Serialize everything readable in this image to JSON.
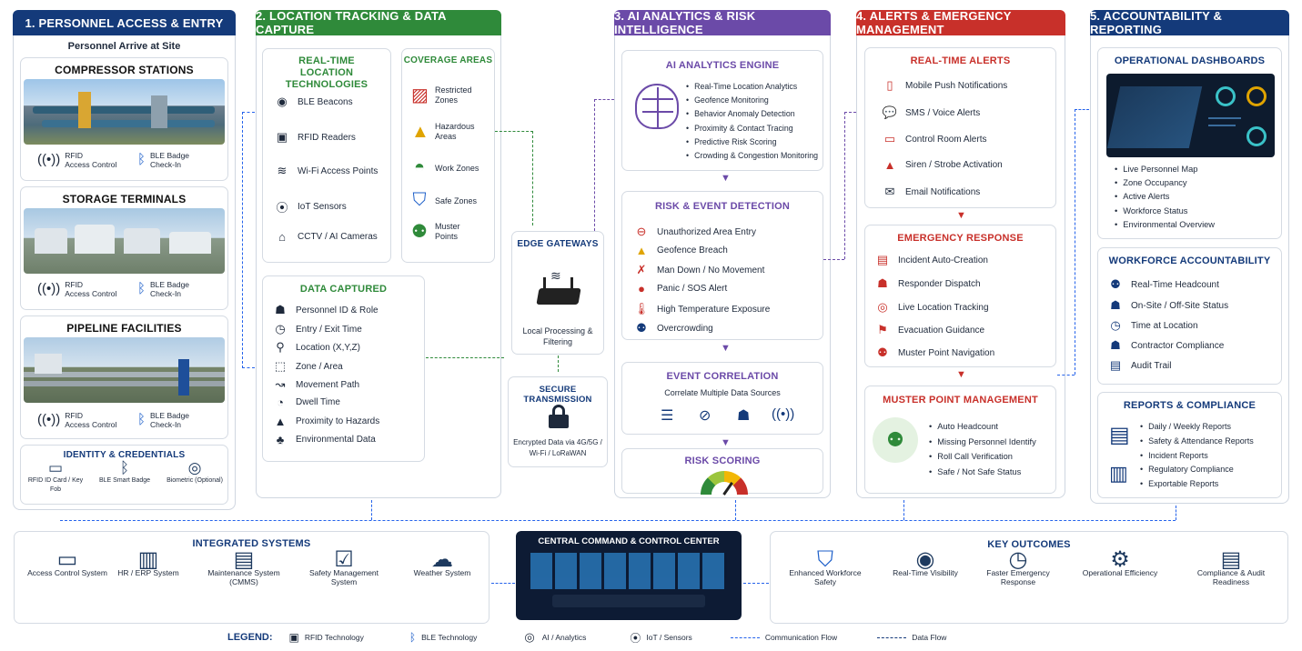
{
  "columns": [
    {
      "title": "1. PERSONNEL ACCESS & ENTRY",
      "color": "#143a7a"
    },
    {
      "title": "2. LOCATION TRACKING & DATA CAPTURE",
      "color": "#2f8a3a"
    },
    {
      "title": "3. AI ANALYTICS & RISK INTELLIGENCE",
      "color": "#6b4aa8"
    },
    {
      "title": "4. ALERTS & EMERGENCY MANAGEMENT",
      "color": "#c8302a"
    },
    {
      "title": "5. ACCOUNTABILITY & REPORTING",
      "color": "#143a7a"
    }
  ],
  "col1": {
    "arrive": "Personnel Arrive at Site",
    "sites": [
      {
        "title": "COMPRESSOR STATIONS",
        "rfid": "RFID",
        "rfid2": "Access Control",
        "ble": "BLE Badge",
        "ble2": "Check-In"
      },
      {
        "title": "STORAGE TERMINALS",
        "rfid": "RFID",
        "rfid2": "Access Control",
        "ble": "BLE Badge",
        "ble2": "Check-In"
      },
      {
        "title": "PIPELINE FACILITIES",
        "rfid": "RFID",
        "rfid2": "Access Control",
        "ble": "BLE Badge",
        "ble2": "Check-In"
      }
    ],
    "identity": {
      "title": "IDENTITY & CREDENTIALS",
      "items": [
        "RFID ID Card / Key Fob",
        "BLE Smart Badge",
        "Biometric (Optional)"
      ]
    }
  },
  "col2": {
    "rtl": {
      "title": "REAL-TIME LOCATION TECHNOLOGIES",
      "items": [
        "BLE Beacons",
        "RFID Readers",
        "Wi-Fi Access Points",
        "IoT Sensors",
        "CCTV / AI Cameras"
      ]
    },
    "coverage": {
      "title": "COVERAGE AREAS",
      "items": [
        "Restricted Zones",
        "Hazardous Areas",
        "Work Zones",
        "Safe Zones",
        "Muster Points"
      ]
    },
    "captured": {
      "title": "DATA CAPTURED",
      "items": [
        "Personnel ID & Role",
        "Entry / Exit Time",
        "Location (X,Y,Z)",
        "Zone / Area",
        "Movement Path",
        "Dwell Time",
        "Proximity to Hazards",
        "Environmental Data"
      ]
    },
    "edge": {
      "title": "EDGE GATEWAYS",
      "desc": "Local Processing & Filtering"
    },
    "secure": {
      "title": "SECURE TRANSMISSION",
      "desc": "Encrypted Data via 4G/5G / Wi-Fi / LoRaWAN"
    }
  },
  "col3": {
    "engine": {
      "title": "AI ANALYTICS ENGINE",
      "items": [
        "Real-Time Location Analytics",
        "Geofence Monitoring",
        "Behavior Anomaly Detection",
        "Proximity & Contact Tracing",
        "Predictive Risk Scoring",
        "Crowding & Congestion Monitoring"
      ]
    },
    "risk": {
      "title": "RISK & EVENT DETECTION",
      "items": [
        "Unauthorized Area Entry",
        "Geofence Breach",
        "Man Down / No Movement",
        "Panic / SOS Alert",
        "High Temperature Exposure",
        "Overcrowding"
      ]
    },
    "corr": {
      "title": "EVENT CORRELATION",
      "desc": "Correlate Multiple Data Sources"
    },
    "scoring": {
      "title": "RISK SCORING"
    }
  },
  "col4": {
    "alerts": {
      "title": "REAL-TIME ALERTS",
      "items": [
        "Mobile Push Notifications",
        "SMS / Voice Alerts",
        "Control Room Alerts",
        "Siren / Strobe Activation",
        "Email Notifications"
      ]
    },
    "emergency": {
      "title": "EMERGENCY RESPONSE",
      "items": [
        "Incident Auto-Creation",
        "Responder Dispatch",
        "Live Location Tracking",
        "Evacuation Guidance",
        "Muster Point Navigation"
      ]
    },
    "muster": {
      "title": "MUSTER POINT MANAGEMENT",
      "items": [
        "Auto Headcount",
        "Missing Personnel Identify",
        "Roll Call Verification",
        "Safe / Not Safe Status"
      ]
    }
  },
  "col5": {
    "dash": {
      "title": "OPERATIONAL DASHBOARDS",
      "items": [
        "Live Personnel Map",
        "Zone Occupancy",
        "Active Alerts",
        "Workforce Status",
        "Environmental Overview"
      ]
    },
    "workforce": {
      "title": "WORKFORCE ACCOUNTABILITY",
      "items": [
        "Real-Time Headcount",
        "On-Site / Off-Site Status",
        "Time at Location",
        "Contractor Compliance",
        "Audit Trail"
      ]
    },
    "reports": {
      "title": "REPORTS & COMPLIANCE",
      "items": [
        "Daily / Weekly Reports",
        "Safety & Attendance Reports",
        "Incident Reports",
        "Regulatory Compliance",
        "Exportable Reports"
      ]
    }
  },
  "integrated": {
    "title": "INTEGRATED SYSTEMS",
    "items": [
      {
        "label": "Access Control System",
        "icon": "monitor-icon"
      },
      {
        "label": "HR / ERP System",
        "icon": "building-icon"
      },
      {
        "label": "Maintenance System (CMMS)",
        "icon": "clipboard-icon"
      },
      {
        "label": "Safety Management System",
        "icon": "checklist-icon"
      },
      {
        "label": "Weather System",
        "icon": "cloud-icon"
      }
    ]
  },
  "central": {
    "title": "CENTRAL COMMAND & CONTROL CENTER"
  },
  "outcomes": {
    "title": "KEY OUTCOMES",
    "items": [
      "Enhanced Workforce Safety",
      "Real-Time Visibility",
      "Faster Emergency Response",
      "Operational Efficiency",
      "Compliance & Audit Readiness"
    ]
  },
  "legend": {
    "label": "LEGEND:",
    "items": [
      "RFID Technology",
      "BLE Technology",
      "AI / Analytics",
      "IoT / Sensors",
      "Communication Flow",
      "Data Flow"
    ]
  }
}
